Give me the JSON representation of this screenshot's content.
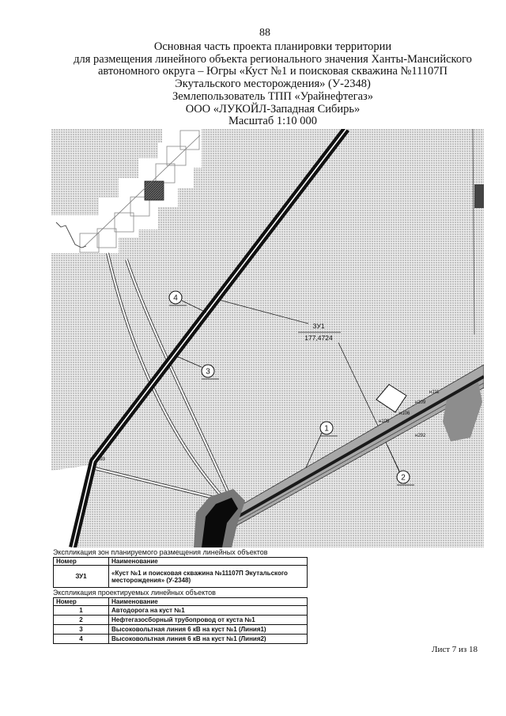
{
  "page": {
    "number": "88",
    "sheet": "Лист 7 из 18"
  },
  "title": {
    "lines": [
      "Основная часть проекта планировки территории",
      "для размещения линейного объекта регионального значения Ханты-Мансийского",
      "автономного округа – Югры «Куст №1 и поисковая скважина №11107П",
      "Экутальского месторождения» (У-2348)",
      "Землепользователь ТПП «Урайнефтегаз»",
      "ООО «ЛУКОЙЛ-Западная Сибирь»",
      "Масштаб 1:10 000"
    ]
  },
  "map": {
    "zone_label": "ЗУ1",
    "zone_area": "177,4724",
    "markers": [
      "1",
      "2",
      "3",
      "4"
    ],
    "point_labels": [
      "н93",
      "н111",
      "н109",
      "н108",
      "н106",
      "н292"
    ],
    "colors": {
      "texture": "#666666",
      "corridor_band": "#a8a8a8",
      "line_black": "#111111"
    }
  },
  "table_zones": {
    "caption": "Экспликация зон планируемого размещения линейных объектов",
    "headers": [
      "Номер",
      "Наименование"
    ],
    "rows": [
      {
        "number": "ЗУ1",
        "name": "«Куст №1 и поисковая скважина №11107П Экутальского месторождения» (У-2348)"
      }
    ]
  },
  "table_objects": {
    "caption": "Экспликация проектируемых линейных объектов",
    "headers": [
      "Номер",
      "Наименование"
    ],
    "rows": [
      {
        "number": "1",
        "name": "Автодорога на куст №1"
      },
      {
        "number": "2",
        "name": "Нефтегазосборный трубопровод от куста №1"
      },
      {
        "number": "3",
        "name": "Высоковольтная линия 6 кВ на куст №1 (Линия1)"
      },
      {
        "number": "4",
        "name": "Высоковольтная линия 6 кВ на куст №1 (Линия2)"
      }
    ]
  }
}
